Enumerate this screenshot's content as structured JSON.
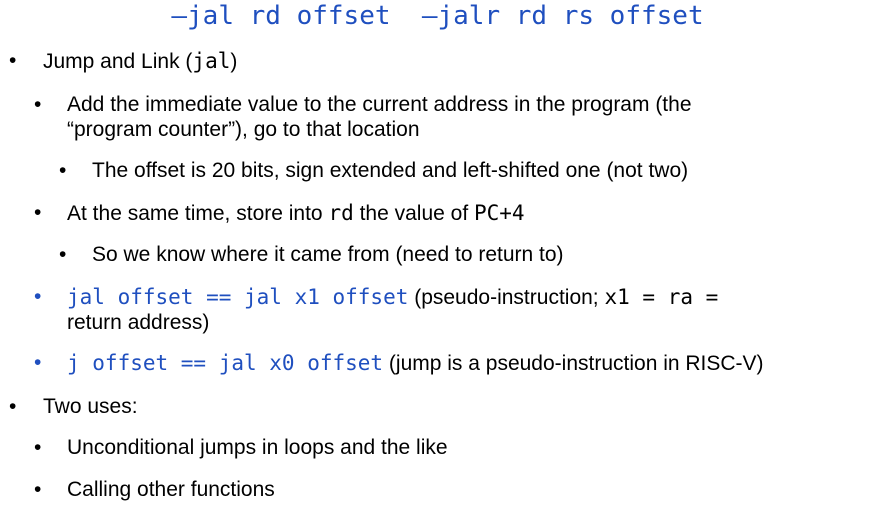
{
  "title": {
    "jal": "—jal rd offset",
    "jalr": "—jalr rd rs offset"
  },
  "bullet_char": "•",
  "items": {
    "jal": {
      "text": "Jump and Link (",
      "code": "jal",
      "end": ")"
    },
    "add_immediate": {
      "line1": "Add the immediate value to the current address in the program (the",
      "line2": "“program counter”), go to that location"
    },
    "offset_bits": "The offset is 20 bits, sign extended and left-shifted one (not two)",
    "store": {
      "pre": "At the same time, store into ",
      "code1": "rd",
      "mid": " the value of ",
      "code2": "PC+4"
    },
    "came_from": "So we know where it came from (need to return to)",
    "pseudo_jal": {
      "code": "jal offset == jal x1 offset",
      "text": " (pseudo-instruction; ",
      "code2": "x1 = ra =",
      "line2": "return address)"
    },
    "pseudo_j": {
      "code": "j offset == jal x0 offset",
      "text": " (jump is a pseudo-instruction in RISC-V)"
    },
    "two_uses": "Two uses:",
    "unconditional": "Unconditional jumps in loops and the like",
    "calling": "Calling other functions"
  },
  "colors": {
    "accent": "#1f4fbf",
    "text": "#000000"
  }
}
